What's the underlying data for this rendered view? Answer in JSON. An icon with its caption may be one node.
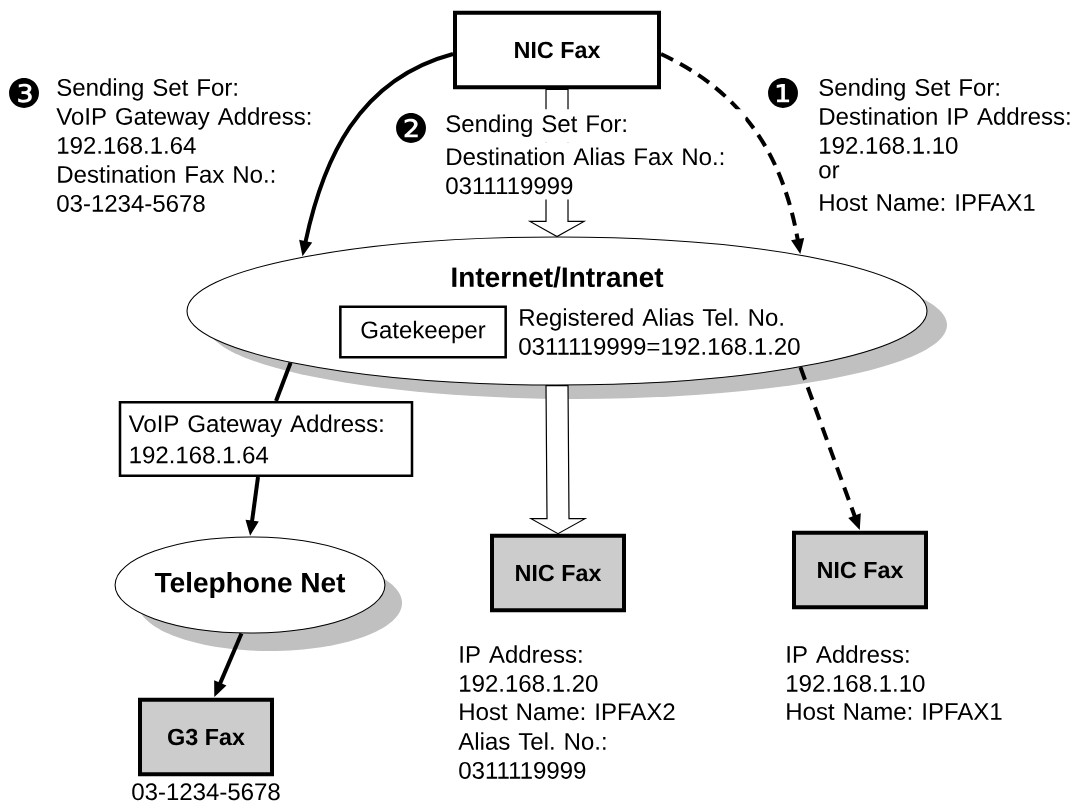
{
  "diagram": {
    "nodes": [
      {
        "text": [
          "NIC Fax"
        ]
      },
      {
        "text": [
          "Internet/Intranet"
        ]
      },
      {
        "text": [
          "Gatekeeper"
        ],
        "in": 1,
        "beside": [
          "Registered Alias Tel. No. 0311119999=192.168.1.20"
        ]
      },
      {
        "text": [
          "VoIP Gateway Address: 192.168.1.64"
        ]
      },
      {
        "text": [
          "Telephone Net"
        ]
      },
      {
        "text": [
          "G3 Fax"
        ],
        "beside": [
          "03-1234-5678"
        ]
      },
      {
        "text": [
          "NIC Fax"
        ],
        "beside": [
          "IP Address: 192.168.1.20",
          "Host Name: IPFAX2",
          "Alias Tel. No.: 0311119999"
        ]
      },
      {
        "text": [
          "NIC Fax"
        ],
        "beside": [
          "IP Address: 192.168.1.10",
          "Host Name: IPFAX1"
        ]
      }
    ],
    "edges": [
      {
        "from": 0,
        "to": 1,
        "arrow": "to"
      },
      {
        "from": 0,
        "to": 1,
        "arrow": "to",
        "style": "thick"
      },
      {
        "from": 0,
        "to": 1,
        "arrow": "to",
        "style": "dashed"
      },
      {
        "from": 1,
        "to": 3,
        "arrow": "none"
      },
      {
        "from": 3,
        "to": 4,
        "arrow": "to"
      },
      {
        "from": 4,
        "to": 5,
        "arrow": "to"
      },
      {
        "from": 1,
        "to": 6,
        "arrow": "to",
        "style": "thick"
      },
      {
        "from": 1,
        "to": 7,
        "arrow": "to",
        "style": "dashed"
      }
    ],
    "labels": [
      "❸",
      "Sending Set For:",
      "VoIP Gateway Address: 192.168.1.64",
      "Destination Fax No.: 03-1234-5678",
      "❷",
      "Sending Set For:",
      "Destination Alias Fax No.: 0311119999",
      "❶",
      "Sending Set For:",
      "Destination IP Address: 192.168.1.10",
      "or",
      "Host Name: IPFAX1"
    ]
  }
}
